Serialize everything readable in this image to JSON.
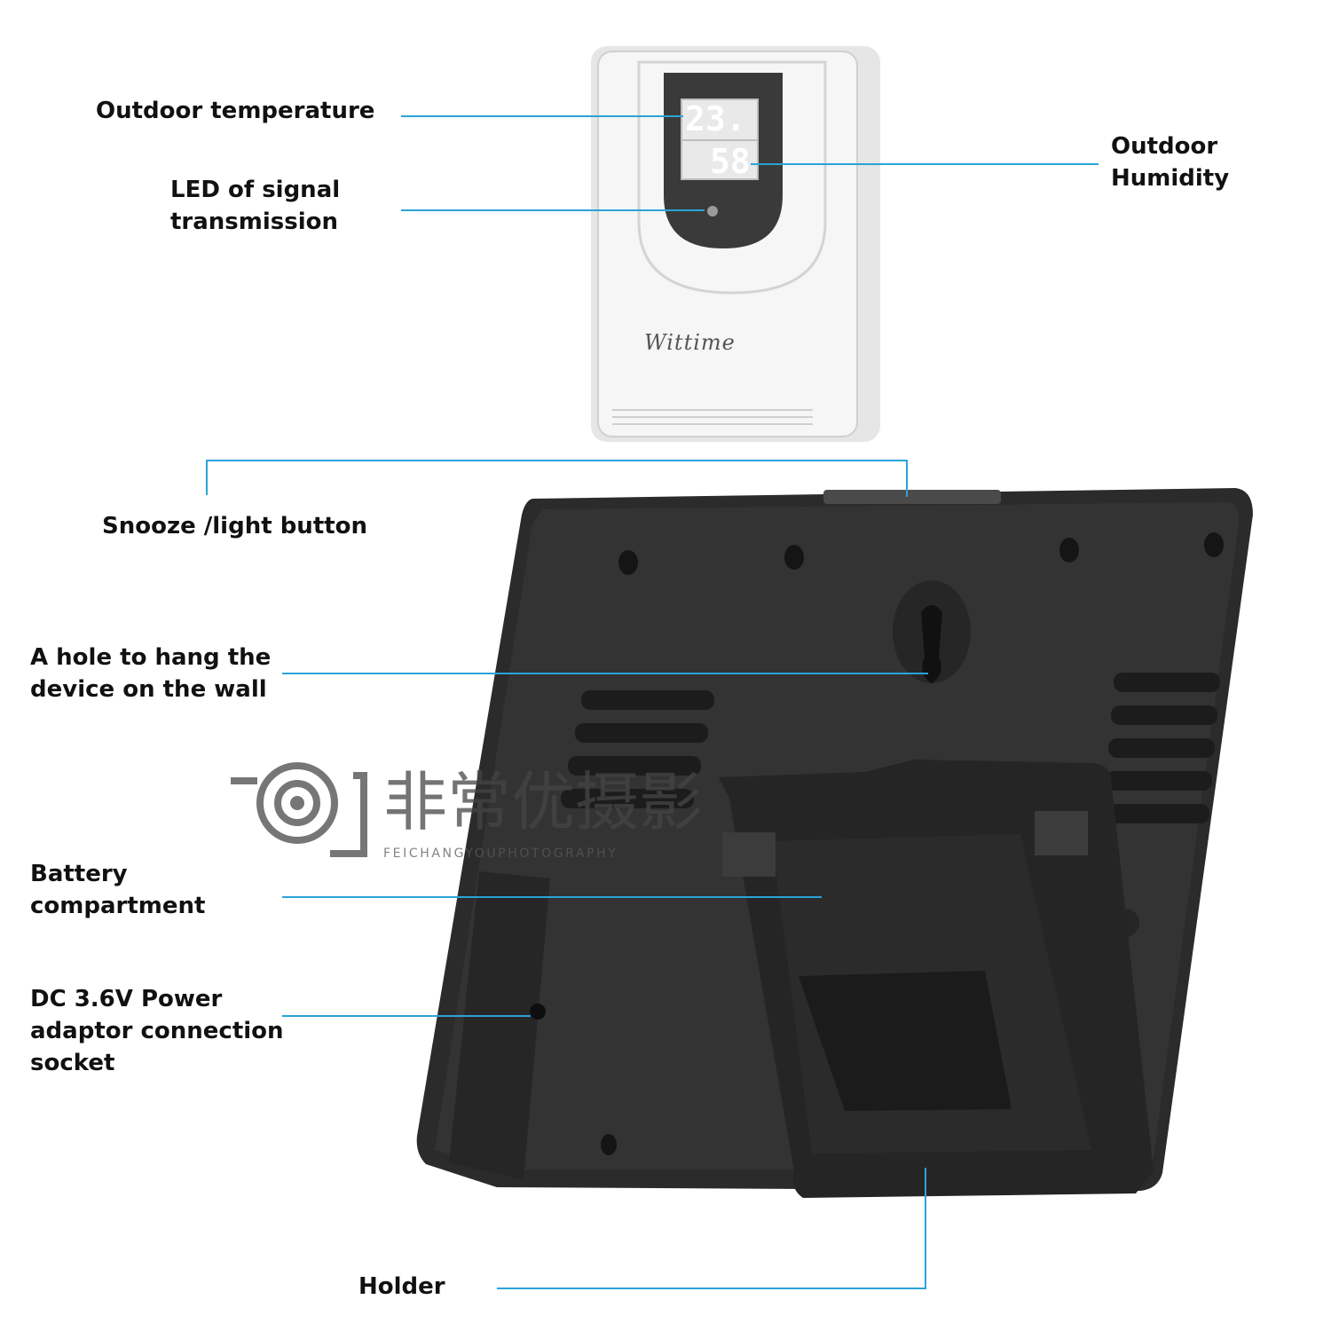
{
  "labels": {
    "outdoor_temperature": "Outdoor temperature",
    "led_signal": "LED of signal\ntransmission",
    "outdoor_humidity": "Outdoor\nHumidity",
    "snooze_light": "Snooze /light button",
    "wall_hole": "A hole to hang the\ndevice on the wall",
    "battery": "Battery\ncompartment",
    "dc_socket": "DC 3.6V Power\nadaptor connection\nsocket",
    "holder": "Holder"
  },
  "sensor": {
    "brand": "Wittime",
    "temp_reading": "23.",
    "humidity_reading": "58"
  },
  "watermark": {
    "cn_text": "非常优摄影",
    "en_text": "FEICHANGYOUPHOTOGRAPHY"
  },
  "colors": {
    "leader_line": "#2aa3d8",
    "device_body": "#2b2b2b",
    "sensor_body": "#f4f4f4"
  }
}
